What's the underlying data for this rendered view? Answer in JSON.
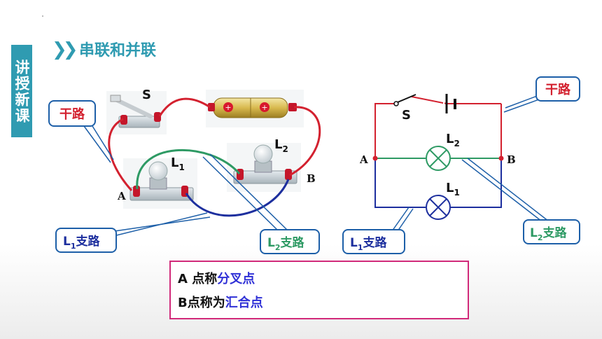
{
  "side_tab": "讲授新课",
  "section_title": "串联和并联",
  "left": {
    "switch_label": "S",
    "bulb1_label": "L",
    "bulb1_sub": "1",
    "bulb2_label": "L",
    "bulb2_sub": "2",
    "point_a": "A",
    "point_b": "B",
    "callout_trunk": "干路",
    "callout_l1": "L",
    "callout_l1_sub": "1",
    "callout_l1_text": "支路",
    "callout_l2": "L",
    "callout_l2_sub": "2",
    "callout_l2_text": "支路"
  },
  "right": {
    "switch_label": "S",
    "bulb1_label": "L",
    "bulb1_sub": "1",
    "bulb2_label": "L",
    "bulb2_sub": "2",
    "point_a": "A",
    "point_b": "B",
    "callout_trunk": "干路",
    "callout_l1": "L",
    "callout_l1_sub": "1",
    "callout_l1_text": "支路",
    "callout_l2": "L",
    "callout_l2_sub": "2",
    "callout_l2_text": "支路"
  },
  "note": {
    "line1_prefix": "A  点称",
    "line1_highlight": "分叉点",
    "line2_prefix": "B点称为",
    "line2_highlight": "汇合点"
  },
  "colors": {
    "trunk": "#d3212f",
    "branch_l1": "#1d2f9e",
    "branch_l2": "#2e9a64",
    "accent": "#2f9bb1",
    "note_border": "#d12a7a",
    "highlight": "#2f30d6"
  }
}
